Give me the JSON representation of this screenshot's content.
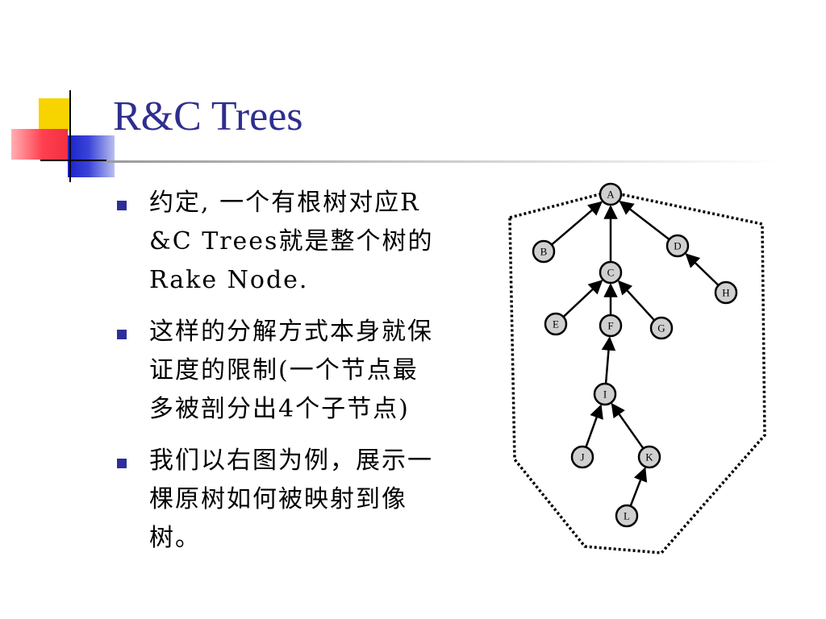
{
  "slide": {
    "title": "R&C Trees",
    "bullets": [
      "约定, 一个有根树对应R&C Trees就是整个树的Rake Node.",
      "这样的分解方式本身就保证度的限制(一个节点最多被剖分出4个子节点)",
      "我们以右图为例，展示一棵原树如何被映射到像树。"
    ]
  },
  "colors": {
    "title": "#2e2e8f",
    "bullet": "#2e2e9a",
    "node_fill": "#d0d0d0",
    "ornament_yellow": "#f7d300",
    "ornament_red": "#f23040",
    "ornament_blue": "#1a22c8"
  },
  "tree": {
    "nodes": [
      "A",
      "B",
      "C",
      "D",
      "E",
      "F",
      "G",
      "H",
      "I",
      "J",
      "K",
      "L"
    ],
    "edges": [
      [
        "B",
        "A"
      ],
      [
        "C",
        "A"
      ],
      [
        "D",
        "A"
      ],
      [
        "H",
        "D"
      ],
      [
        "E",
        "C"
      ],
      [
        "F",
        "C"
      ],
      [
        "G",
        "C"
      ],
      [
        "I",
        "F"
      ],
      [
        "J",
        "I"
      ],
      [
        "K",
        "I"
      ],
      [
        "L",
        "K"
      ]
    ],
    "root": "A",
    "boundary_style": "dotted"
  }
}
